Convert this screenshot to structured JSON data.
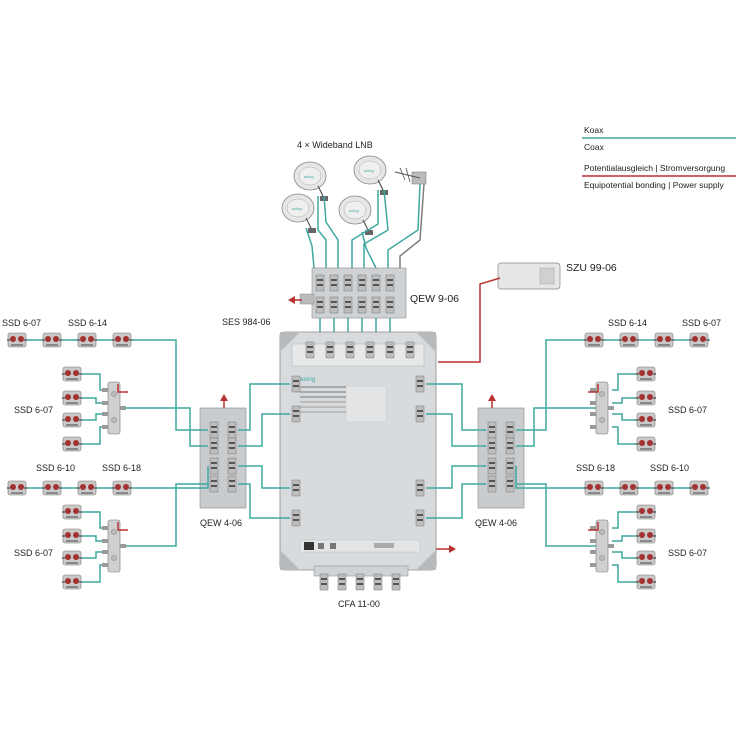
{
  "legend": {
    "koax_de": "Koax",
    "koax_en": "Coax",
    "power_de": "Potentialausgleich | Stromversorgung",
    "power_en": "Equipotential bonding | Power supply"
  },
  "labels": {
    "lnb": "4 × Wideband LNB",
    "qew_top": "QEW 9-06",
    "szu": "SZU 99-06",
    "ses": "SES 984-06",
    "qew_left": "QEW 4-06",
    "qew_right": "QEW 4-06",
    "cfa": "CFA 11-00",
    "left_top_a": "SSD 6-07",
    "left_top_b": "SSD 6-14",
    "left_mid_1": "SSD 6-07",
    "left_mid_a": "SSD 6-10",
    "left_mid_b": "SSD 6-18",
    "left_bot_1": "SSD 6-07",
    "right_top_a": "SSD 6-14",
    "right_top_b": "SSD 6-07",
    "right_mid_1": "SSD 6-07",
    "right_mid_a": "SSD 6-18",
    "right_mid_b": "SSD 6-10",
    "right_bot_1": "SSD 6-07",
    "brand": "axing"
  },
  "colors": {
    "coax": "#3fa8a0",
    "power": "#b83232",
    "device": "#d4d7da"
  }
}
